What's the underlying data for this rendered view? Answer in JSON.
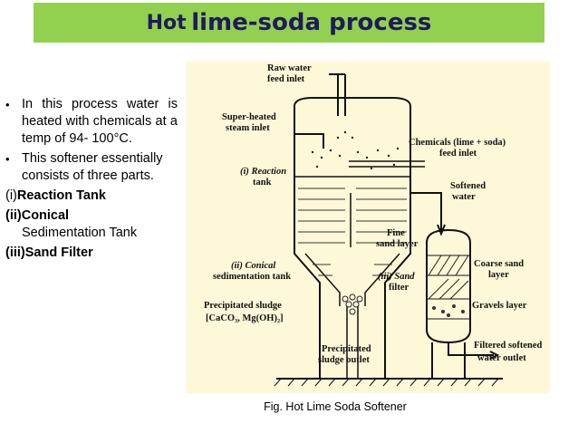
{
  "slide": {
    "title_prefix": "Hot ",
    "title_main": "lime-soda process",
    "bullets": [
      "In this process water is heated with chemicals at a temp of 94- 100°C.",
      "This softener essentially consists of three parts."
    ],
    "parts": [
      {
        "prefix": "(i)",
        "name": "Reaction Tank"
      },
      {
        "prefix": "(ii)",
        "name": "Conical"
      },
      {
        "prefix": "",
        "name": "Sedimentation Tank"
      },
      {
        "prefix": "(iii)",
        "name": "Sand Filter"
      }
    ],
    "caption": "Fig. Hot Lime Soda Softener"
  },
  "diagram": {
    "raw_water_1": "Raw water",
    "raw_water_2": "feed inlet",
    "steam_1": "Super-heated",
    "steam_2": "steam inlet",
    "chem_1": "Chemicals (lime + soda)",
    "chem_2": "feed inlet",
    "reaction_1": "(i) Reaction",
    "reaction_2": "tank",
    "softened_1": "Softened",
    "softened_2": "water",
    "fine_1": "Fine",
    "fine_2": "sand layer",
    "coarse_1": "Coarse sand",
    "coarse_2": "layer",
    "conical_1": "(ii) Conical",
    "conical_2": "sedimentation tank",
    "sand_1": "(iii) Sand",
    "sand_2": "filter",
    "gravels": "Gravels layer",
    "sludge_1": "Precipitated sludge",
    "sludge_2": "[CaCO₃, Mg(OH)₂]",
    "outlet_1": "Precipitated",
    "outlet_2": "sludge outlet",
    "filtered_1": "Filtered softened",
    "filtered_2": "water outlet"
  }
}
